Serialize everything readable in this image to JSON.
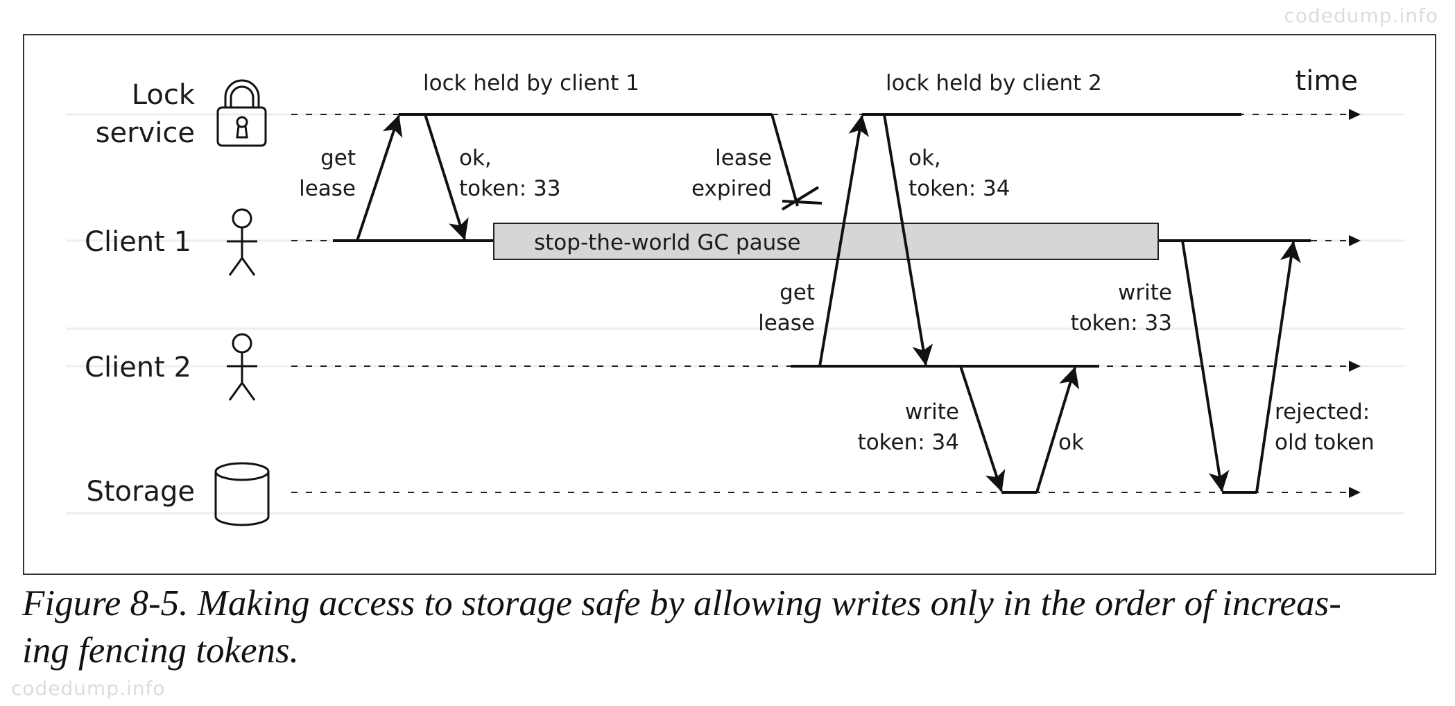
{
  "watermark": "codedump.info",
  "diagram": {
    "axis": "time",
    "lanes": {
      "lock_line1": "Lock",
      "lock_line2": "service",
      "client1": "Client 1",
      "client2": "Client 2",
      "storage": "Storage"
    },
    "headers": {
      "held1": "lock held by client 1",
      "held2": "lock held by client 2"
    },
    "messages": {
      "get_lease_1a": "get",
      "get_lease_1b": "lease",
      "ok33_a": "ok,",
      "ok33_b": "token: 33",
      "expired_a": "lease",
      "expired_b": "expired",
      "ok34_a": "ok,",
      "ok34_b": "token: 34",
      "get_lease_2a": "get",
      "get_lease_2b": "lease",
      "write33_a": "write",
      "write33_b": "token: 33",
      "write34_a": "write",
      "write34_b": "token: 34",
      "ok": "ok",
      "rejected_a": "rejected:",
      "rejected_b": "old token"
    },
    "gc_pause": "stop-the-world GC pause"
  },
  "caption": {
    "line1": "Figure 8-5. Making access to storage safe by allowing writes only in the order of increas-",
    "line2": "ing fencing tokens."
  }
}
